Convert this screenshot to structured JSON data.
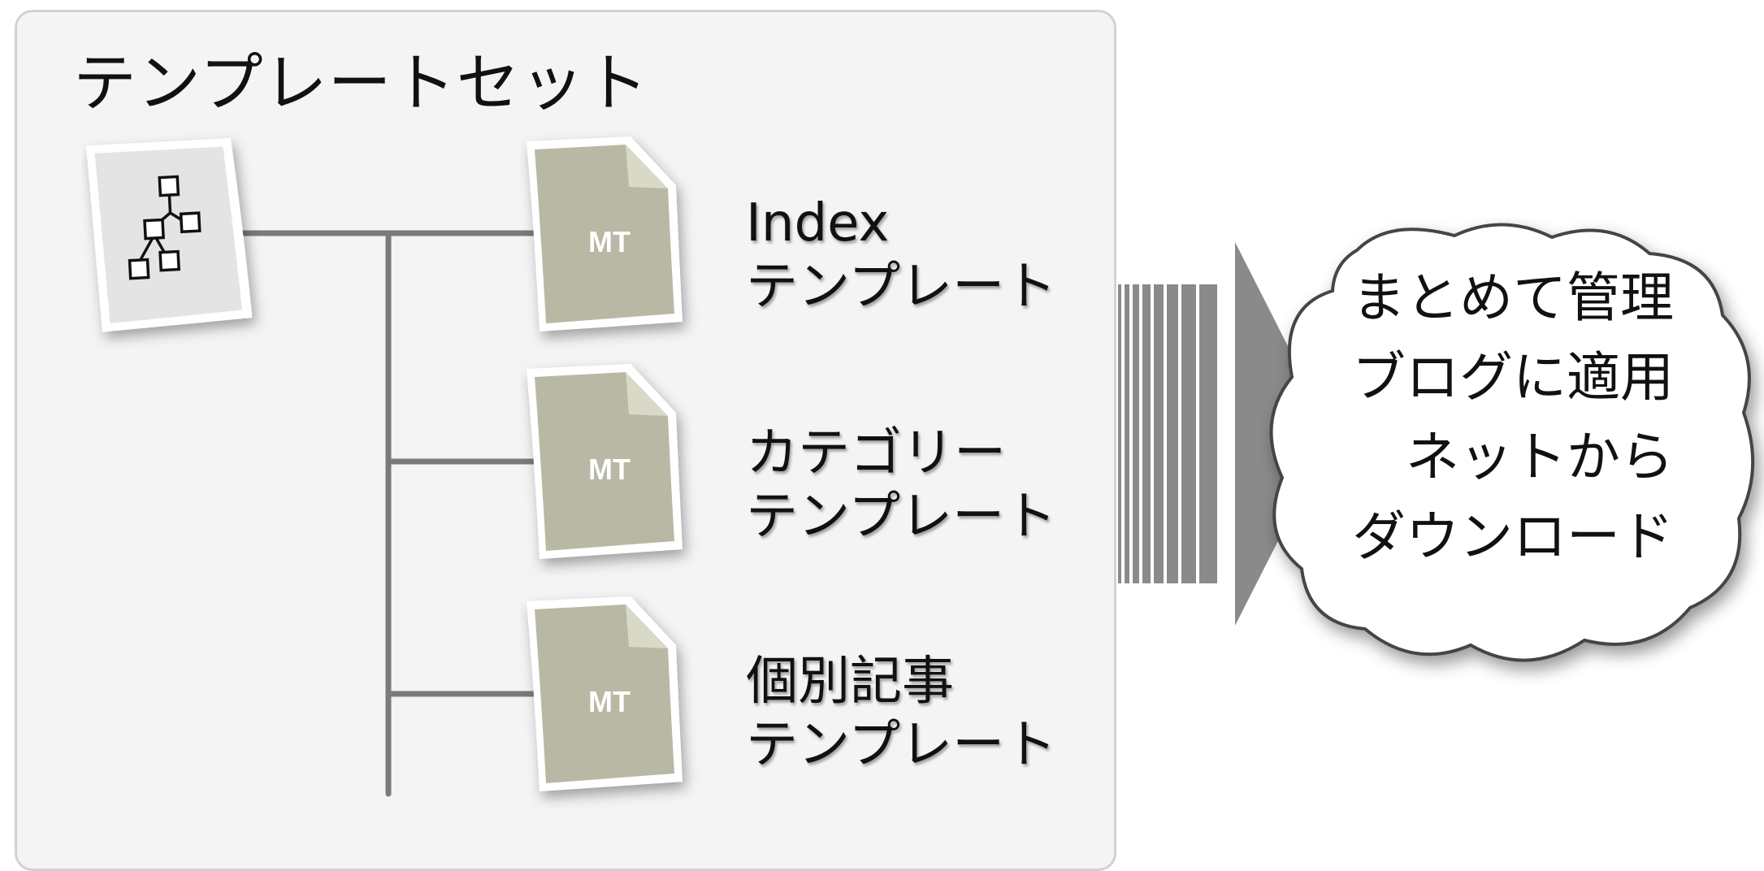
{
  "panel": {
    "title": "テンプレートセット"
  },
  "templates": [
    {
      "icon_text": "MT",
      "name": "Index",
      "suffix": "テンプレート"
    },
    {
      "icon_text": "MT",
      "name": "カテゴリー",
      "suffix": "テンプレート"
    },
    {
      "icon_text": "MT",
      "name": "個別記事",
      "suffix": "テンプレート"
    }
  ],
  "cloud": {
    "lines": [
      "まとめて管理",
      "ブログに適用",
      "ネットから",
      "ダウンロード"
    ]
  },
  "colors": {
    "panel_bg": "#f4f4f4",
    "doc_fill": "#b8b8a4",
    "connector": "#7a7a7a",
    "arrow": "#8a8a8a"
  }
}
